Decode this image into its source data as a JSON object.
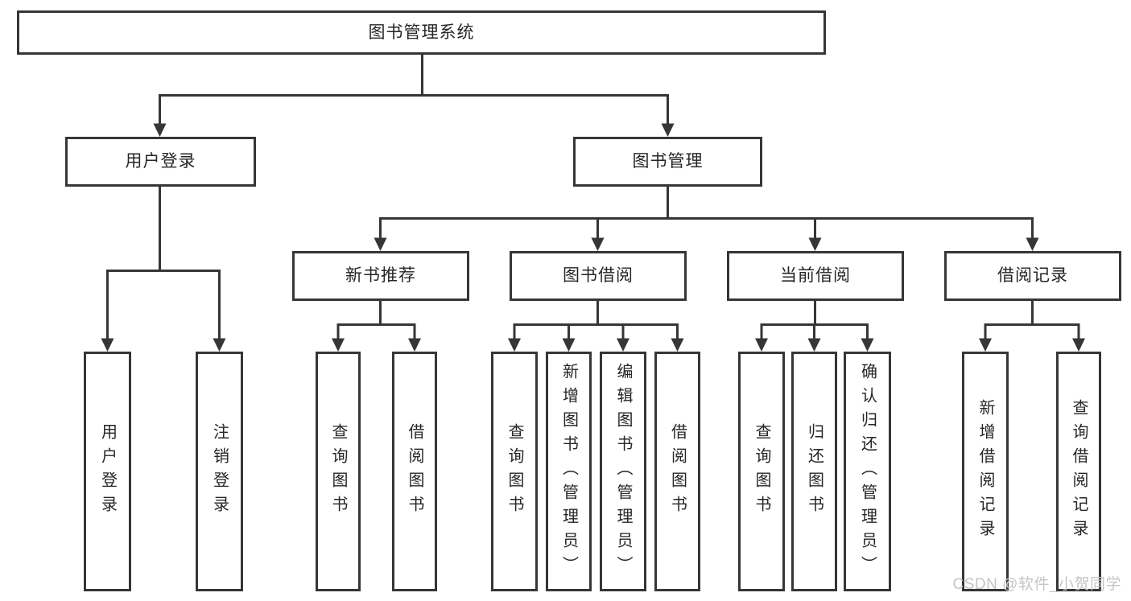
{
  "diagram": {
    "title": "图书管理系统",
    "tree": {
      "label": "图书管理系统",
      "children": [
        {
          "label": "用户登录",
          "children": [
            {
              "label": "用户登录"
            },
            {
              "label": "注销登录"
            }
          ]
        },
        {
          "label": "图书管理",
          "children": [
            {
              "label": "新书推荐",
              "children": [
                {
                  "label": "查询图书"
                },
                {
                  "label": "借阅图书"
                }
              ]
            },
            {
              "label": "图书借阅",
              "children": [
                {
                  "label": "查询图书"
                },
                {
                  "label": "新增图书（管理员）"
                },
                {
                  "label": "编辑图书（管理员）"
                },
                {
                  "label": "借阅图书"
                }
              ]
            },
            {
              "label": "当前借阅",
              "children": [
                {
                  "label": "查询图书"
                },
                {
                  "label": "归还图书"
                },
                {
                  "label": "确认归还（管理员）"
                }
              ]
            },
            {
              "label": "借阅记录",
              "children": [
                {
                  "label": "新增借阅记录"
                },
                {
                  "label": "查询借阅记录"
                }
              ]
            }
          ]
        }
      ]
    },
    "watermark": {
      "text": "CSDN @软件_小贺同学"
    },
    "colors": {
      "line": "#363636",
      "text": "#262626",
      "background": "#ffffff",
      "watermark": "#c5c5c5"
    }
  }
}
